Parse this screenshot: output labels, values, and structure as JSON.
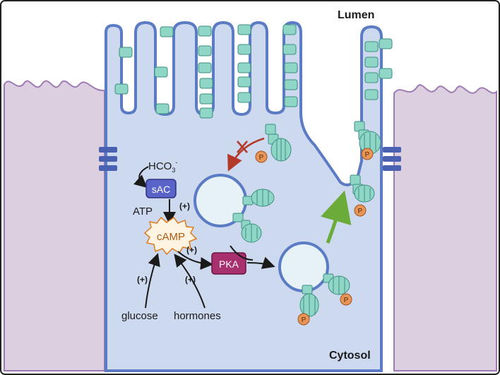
{
  "regions": {
    "lumen": "Lumen",
    "cytosol": "Cytosol"
  },
  "molecules": {
    "hco3_base": "HCO",
    "hco3_sub": "3",
    "hco3_sup": "-",
    "sac": "sAC",
    "atp": "ATP",
    "camp": "cAMP",
    "pka": "PKA",
    "glucose": "glucose",
    "hormones": "hormones"
  },
  "activation_mark": "(+)",
  "phospho_mark": "P",
  "colors": {
    "cell_fill": "#cdd9ee",
    "cell_border": "#5b7cc4",
    "neighbor_fill": "#dccfe0",
    "neighbor_border": "#a07ab4",
    "pump": "#8fd6c6",
    "pump_border": "#3c8f82",
    "phosphate": "#e8955a",
    "sac_box": "#5a64c8",
    "pka_box": "#a8306e",
    "camp_star": "#e07a1e",
    "inhibit_arrow": "#b33a2a",
    "exocytosis_arrow": "#6aab3a",
    "junction": "#4a60b0"
  }
}
